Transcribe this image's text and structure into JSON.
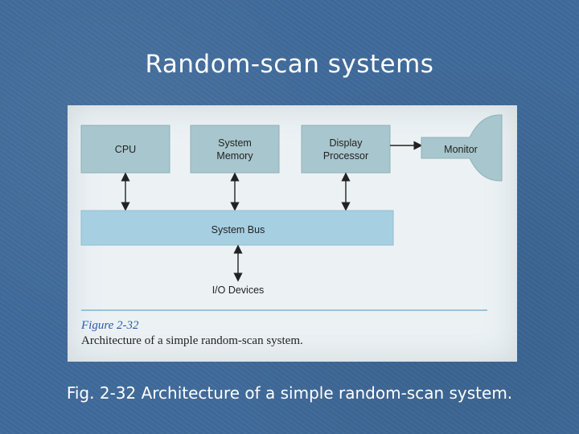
{
  "slide": {
    "title": "Random-scan systems",
    "caption": "Fig. 2-32 Architecture of a simple random-scan system."
  },
  "diagram": {
    "blocks": {
      "cpu": "CPU",
      "memory_line1": "System",
      "memory_line2": "Memory",
      "display_line1": "Display",
      "display_line2": "Processor",
      "monitor": "Monitor",
      "bus": "System Bus",
      "io": "I/O Devices"
    },
    "figure_heading": "Figure 2-32",
    "figure_caption": "Architecture of a simple random-scan system."
  },
  "colors": {
    "block_fill": "#a8c6cd",
    "bus_fill": "#a7cfe2",
    "rule": "#6aa7c8",
    "heading": "#2b56a8"
  }
}
